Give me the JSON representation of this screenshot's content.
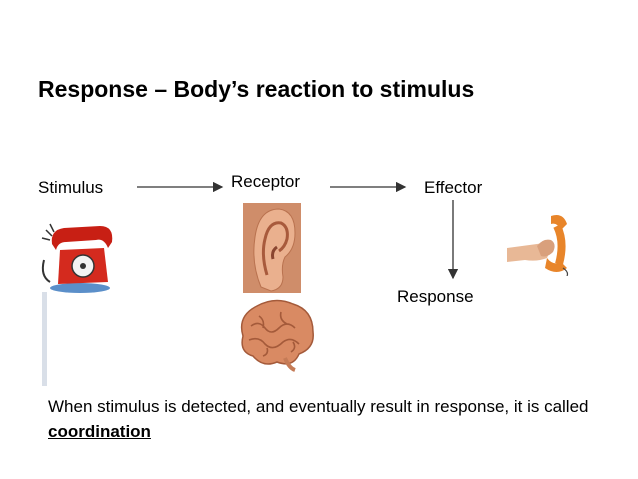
{
  "title": "Response – Body’s reaction to stimulus",
  "nodes": {
    "stimulus": "Stimulus",
    "receptor": "Receptor",
    "effector": "Effector",
    "response": "Response"
  },
  "footer": {
    "text": "When stimulus is detected,  and eventually result in response, it is called ",
    "term": "coordination"
  },
  "icons": [
    "telephone-icon",
    "ear-icon",
    "brain-icon",
    "hand-holding-phone-icon"
  ],
  "colors": {
    "text": "#000000",
    "arrow": "#333333",
    "phone": "#d42a1e",
    "skin": "#e8a27a",
    "brain": "#d98a63",
    "handset": "#e8852a"
  }
}
